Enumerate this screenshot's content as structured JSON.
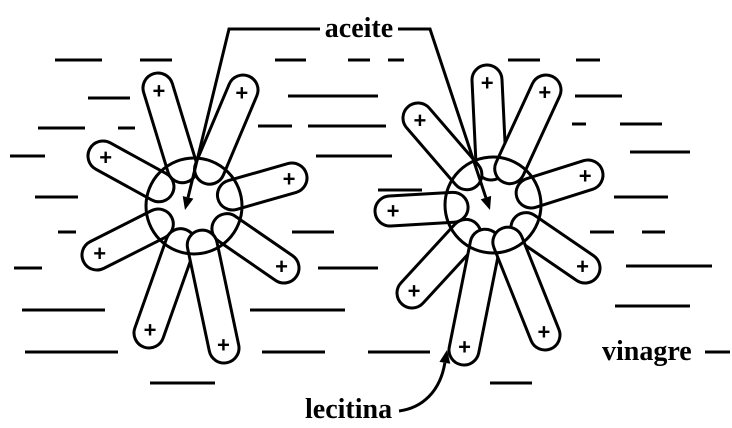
{
  "labels": {
    "oil": "aceite",
    "lecithin": "lecitina",
    "vinegar": "vinagre"
  },
  "charge_symbol": "+",
  "colors": {
    "ink": "#000000",
    "background": "#ffffff"
  }
}
